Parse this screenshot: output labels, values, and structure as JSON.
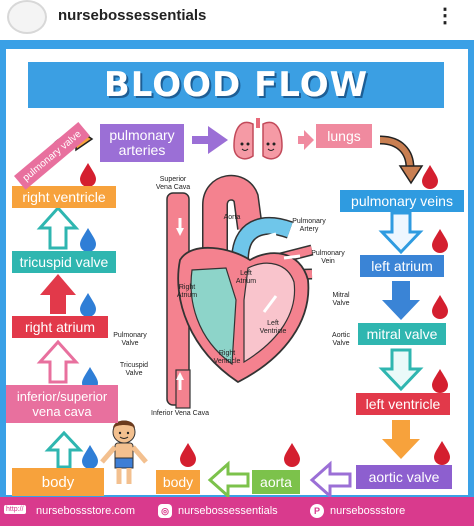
{
  "header": {
    "username": "nursebossessentials",
    "more_icon": "⋮"
  },
  "infographic": {
    "title": "BLOOD FLOW",
    "steps": {
      "body_left": "body",
      "inferior_superior_vena_cava": "inferior/superior\nvena cava",
      "right_atrium": "right atrium",
      "tricuspid_valve": "tricuspid valve",
      "right_ventricle": "right ventricle",
      "pulmonary_valve": "pulmonary valve",
      "pulmonary_arteries": "pulmonary\narteries",
      "lungs": "lungs",
      "pulmonary_veins": "pulmonary veins",
      "left_atrium": "left atrium",
      "mitral_valve": "mitral valve",
      "left_ventricle": "left ventricle",
      "aortic_valve": "aortic valve",
      "aorta": "aorta",
      "body_bottom": "body"
    },
    "diagram_labels": {
      "superior_vena_cava": "Superior\nVena Cava",
      "aorta": "Aorta",
      "pulmonary_artery": "Pulmonary\nArtery",
      "pulmonary_vein": "Pulmonary\nVein",
      "left_atrium": "Left\nAtrium",
      "right_atrium": "Right\nAtrium",
      "mitral_valve": "Mitral\nValve",
      "left_ventricle": "Left\nVentricle",
      "aortic_valve": "Aortic\nValve",
      "pulmonary_valve": "Pulmonary\nValve",
      "right_ventricle": "Right\nVentricle",
      "tricuspid_valve": "Tricuspid\nValve",
      "inferior_vena_cava": "Inferior Vena Cava"
    }
  },
  "footer": {
    "website_badge": "http://",
    "website": "nursebossstore.com",
    "instagram": "nursebossessentials",
    "pinterest": "nursebossstore"
  },
  "colors": {
    "frame_blue": "#3aa0e6",
    "footer_pink": "#d93a8d",
    "blood_red": "#d41f2f"
  }
}
